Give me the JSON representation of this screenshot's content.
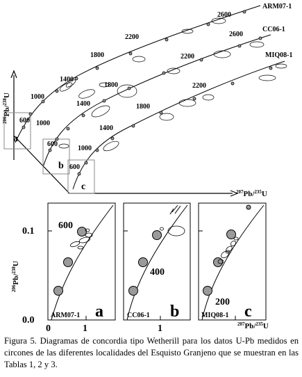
{
  "figure": {
    "top_panel": {
      "y_axis_label": {
        "sup": "206",
        "main": "Pb/",
        "sup2": "238",
        "main2": "U"
      },
      "x_axis_label": {
        "sup": "207",
        "main": "Pb/",
        "sup2": "235",
        "main2": "U"
      },
      "curves": [
        {
          "sample": "ARM07-1",
          "ages": [
            "600",
            "1000",
            "1400",
            "1800",
            "2200",
            "2600"
          ],
          "box_letter": "a"
        },
        {
          "sample": "CC06-1",
          "ages": [
            "600",
            "1000",
            "1400",
            "1800",
            "2200",
            "2600"
          ],
          "box_letter": "b"
        },
        {
          "sample": "MIQ08-1",
          "ages": [
            "600",
            "1000",
            "1400",
            "1800",
            "2200"
          ],
          "box_letter": "c"
        }
      ]
    },
    "bottom_panel": {
      "y_axis_label": {
        "sup": "206",
        "main": "Pb/",
        "sup2": "238",
        "main2": "U"
      },
      "x_axis_label": {
        "sup": "207",
        "main": "Pb/",
        "sup2": "235",
        "main2": "U"
      },
      "y_ticks": [
        "0.0",
        "0.1"
      ],
      "x_ticks": [
        "0",
        "1"
      ],
      "subplots": [
        {
          "sample": "ARM07-1",
          "letter": "a",
          "age_label": "600"
        },
        {
          "sample": "CC06-1",
          "letter": "b",
          "age_label": "400"
        },
        {
          "sample": "MIQ08-1",
          "letter": "c",
          "age_label": "200"
        }
      ]
    }
  },
  "caption": "Figura 5. Diagramas de concordia tipo Wetherill para los datos U-Pb medidos en circones de las diferentes localidades del Esquisto Granjeno que se muestran en las Tablas 1, 2 y 3.",
  "colors": {
    "line": "#000000",
    "marker_fill": "#9a9a9a",
    "box": "#888888"
  }
}
